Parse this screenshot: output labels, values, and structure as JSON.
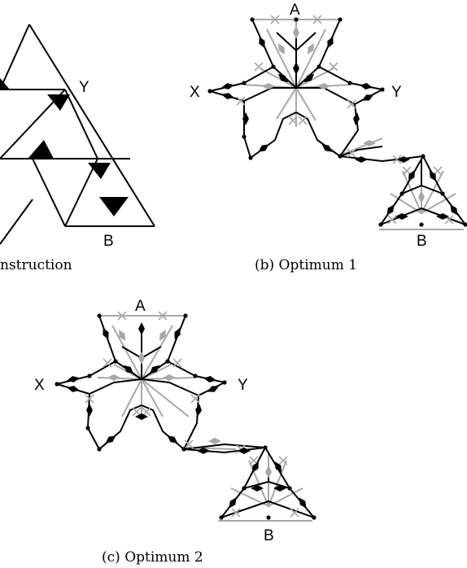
{
  "labels": {
    "a": "(a) construction",
    "a_y": "Y",
    "a_b": "B",
    "b_a": "A",
    "b_x": "X",
    "b_y": "Y",
    "b_b": "B",
    "c_a": "A",
    "c_x": "X",
    "c_y": "Y",
    "c_b": "B"
  },
  "captions": {
    "a": "nstruction",
    "b": "(b) Optimum 1",
    "c": "(c) Optimum 2"
  },
  "colors": {
    "black_edge": "#000000",
    "gray_edge": "#a8a8a8"
  }
}
